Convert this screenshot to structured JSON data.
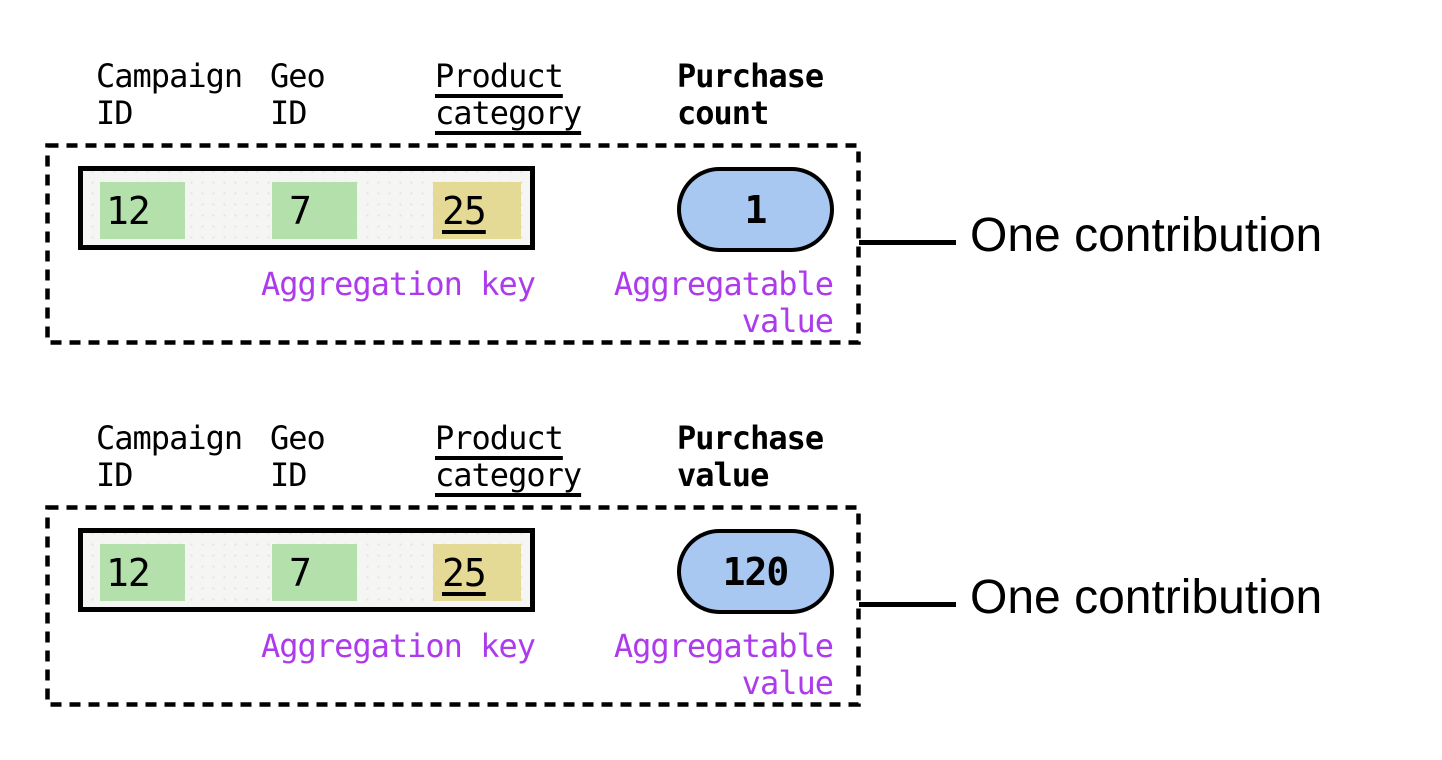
{
  "colors": {
    "key_highlight_green": "#b4e1ab",
    "key_highlight_yellow": "#e4da95",
    "value_pill_blue": "#a9c8f1",
    "label_purple": "#ad3bec",
    "row_background": "#f5f5f3",
    "line_black": "#000000"
  },
  "sections": [
    {
      "headers": [
        {
          "line1": "Campaign",
          "line2": "ID"
        },
        {
          "line1": "Geo",
          "line2": "ID"
        },
        {
          "line1": "Product",
          "line2": "category"
        },
        {
          "line1": "Purchase",
          "line2": "count"
        }
      ],
      "row_cells": [
        "12",
        "7",
        "25"
      ],
      "aggregation_key_label": "Aggregation key",
      "aggregatable_value_label": {
        "line1": "Aggregatable",
        "line2": "value"
      },
      "pill_value": "1",
      "annotation": "One contribution"
    },
    {
      "headers": [
        {
          "line1": "Campaign",
          "line2": "ID"
        },
        {
          "line1": "Geo",
          "line2": "ID"
        },
        {
          "line1": "Product",
          "line2": "category"
        },
        {
          "line1": "Purchase",
          "line2": "value"
        }
      ],
      "row_cells": [
        "12",
        "7",
        "25"
      ],
      "aggregation_key_label": "Aggregation key",
      "aggregatable_value_label": {
        "line1": "Aggregatable",
        "line2": "value"
      },
      "pill_value": "120",
      "annotation": "One contribution"
    }
  ]
}
